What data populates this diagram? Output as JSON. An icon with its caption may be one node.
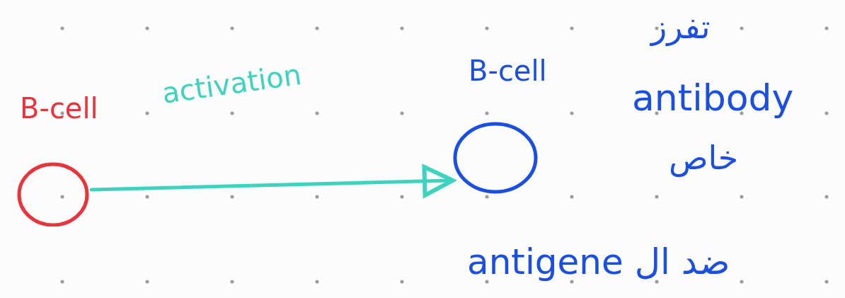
{
  "diagram": {
    "nodes": [
      {
        "text": [
          "B-cell"
        ]
      },
      {
        "text": [
          "B-cell"
        ]
      }
    ],
    "edges": [
      {
        "from": 0,
        "to": 1,
        "arrow": "to",
        "label": "activation"
      }
    ],
    "labels": [
      "تفرز",
      "antibody",
      "خاص",
      "antigene ضد ال"
    ]
  }
}
